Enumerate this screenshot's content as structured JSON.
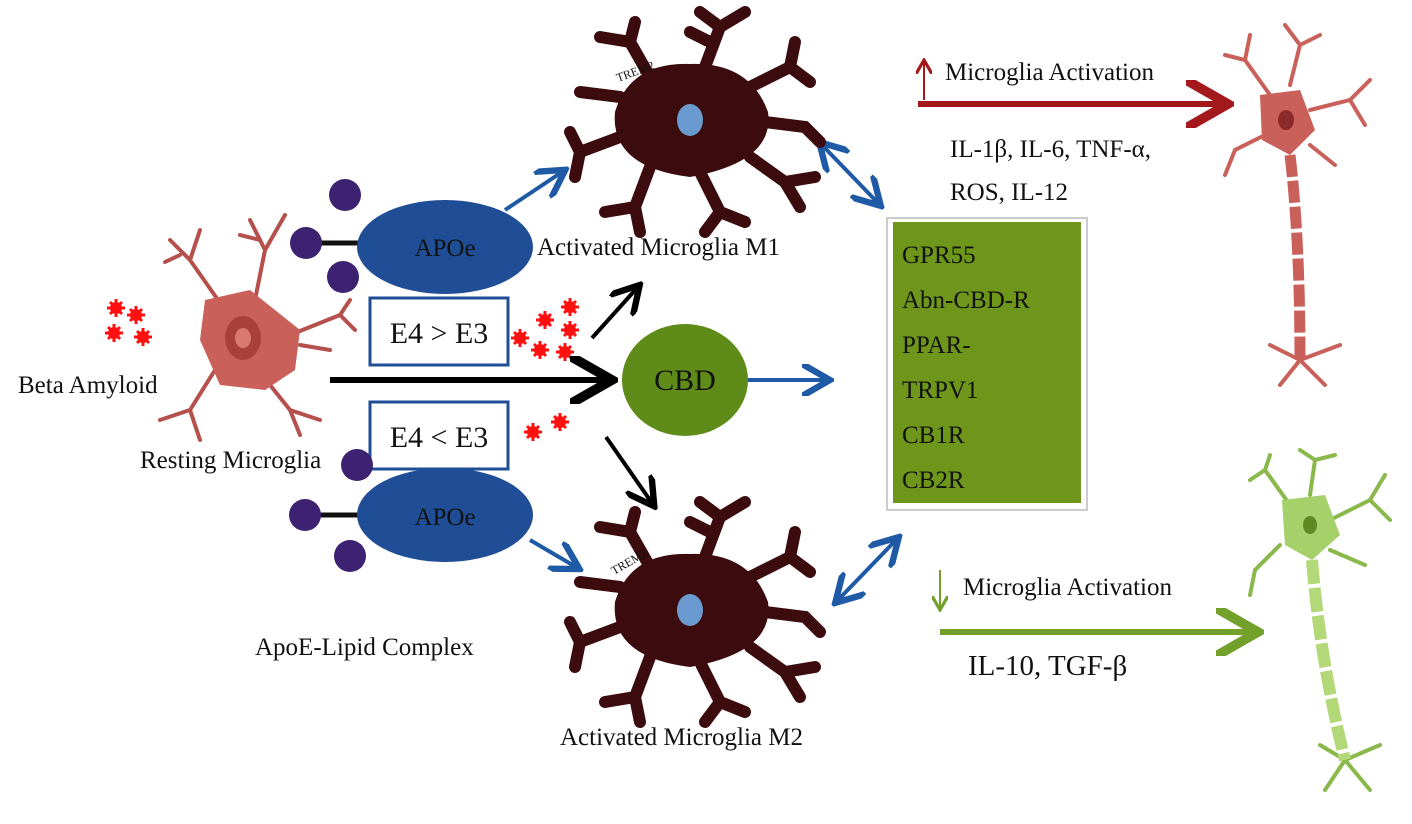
{
  "labels": {
    "beta_amyloid": "Beta Amyloid",
    "resting_microglia": "Resting Microglia",
    "apoe_lipid_complex": "ApoE-Lipid Complex",
    "activated_m1": "Activated Microglia M1",
    "activated_m2": "Activated Microglia M2",
    "trem2_top": "TREM2",
    "trem2_bottom": "TREM2"
  },
  "apoe": {
    "top": "APOe",
    "bottom": "APOe"
  },
  "conditions": {
    "upper": "E4 > E3",
    "lower": "E4 < E3"
  },
  "cbd": "CBD",
  "receptors": [
    "GPR55",
    "Abn-CBD-R",
    "PPAR-",
    "TRPV1",
    "CB1R",
    "CB2R"
  ],
  "m1_outcome": {
    "title": "Microglia Activation",
    "direction": "up",
    "line1": "IL-1β, IL-6, TNF-α,",
    "line2": "ROS, IL-12"
  },
  "m2_outcome": {
    "title": "Microglia Activation",
    "direction": "down",
    "line1": "IL-10, TGF-β"
  },
  "colors": {
    "apoe_blue": "#1f4e96",
    "lipid_purple": "#3d2272",
    "cbd_green": "#5f8c18",
    "receptor_box": "#6e961a",
    "m1_red": "#a3181a",
    "m2_green": "#72a02a",
    "microglia_dark": "#3b0b0e",
    "amyloid_red": "#ff1010"
  }
}
